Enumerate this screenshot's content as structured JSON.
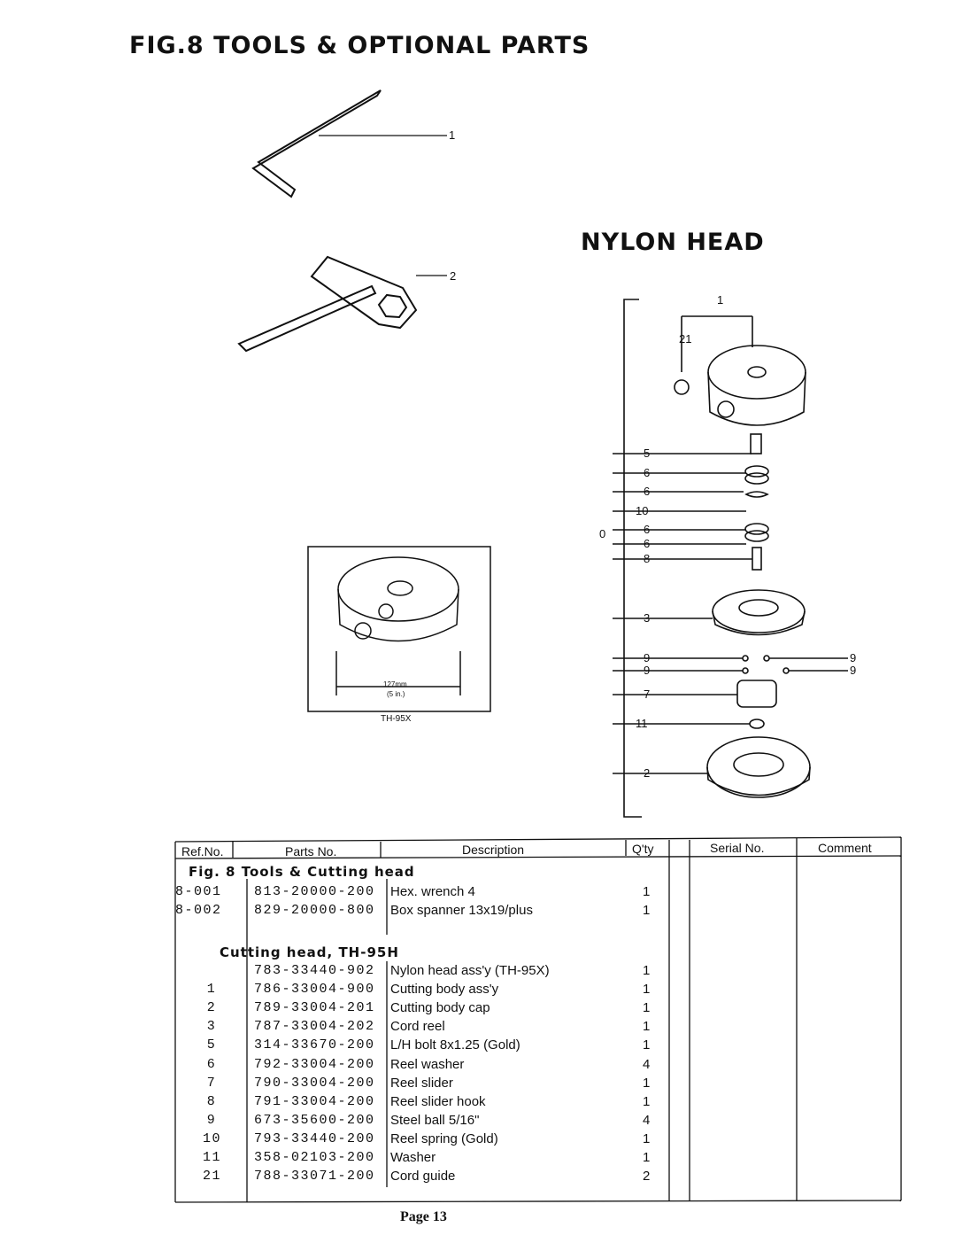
{
  "title": "FIG.8  TOOLS & OPTIONAL PARTS",
  "subtitle": "NYLON HEAD",
  "tools_callouts": [
    "1",
    "2"
  ],
  "inset": {
    "dimension_mm": "127mm",
    "dimension_in": "(5 in.)",
    "model": "TH-95X"
  },
  "nylon_callouts": {
    "c1": "1",
    "c21": "21",
    "c5": "5",
    "c6a": "6",
    "c6b": "6",
    "c10": "10",
    "c0": "0",
    "c6c": "6",
    "c6d": "6",
    "c8": "8",
    "c3": "3",
    "c9a": "9",
    "c9b": "9",
    "c9c": "9",
    "c9d": "9",
    "c7": "7",
    "c11": "11",
    "c2": "2"
  },
  "table": {
    "headers": {
      "ref": "Ref.No.",
      "parts": "Parts No.",
      "desc": "Description",
      "qty": "Q'ty",
      "serial": "Serial No.",
      "comment": "Comment"
    },
    "section1": "Fig. 8  Tools & Cutting head",
    "rows1": [
      {
        "ref": "8-001",
        "part": "813-20000-200",
        "desc": "Hex. wrench  4",
        "qty": "1"
      },
      {
        "ref": "8-002",
        "part": "829-20000-800",
        "desc": "Box spanner  13x19/plus",
        "qty": "1"
      }
    ],
    "section2": "Cutting head, TH-95H",
    "rows2": [
      {
        "ref": "",
        "part": "783-33440-902",
        "desc": "Nylon head ass'y  (TH-95X)",
        "qty": "1"
      },
      {
        "ref": "1",
        "part": "786-33004-900",
        "desc": "Cutting body ass'y",
        "qty": "1"
      },
      {
        "ref": "2",
        "part": "789-33004-201",
        "desc": "Cutting body cap",
        "qty": "1"
      },
      {
        "ref": "3",
        "part": "787-33004-202",
        "desc": "Cord reel",
        "qty": "1"
      },
      {
        "ref": "5",
        "part": "314-33670-200",
        "desc": "L/H bolt 8x1.25   (Gold)",
        "qty": "1"
      },
      {
        "ref": "6",
        "part": "792-33004-200",
        "desc": "Reel washer",
        "qty": "4"
      },
      {
        "ref": "7",
        "part": "790-33004-200",
        "desc": "Reel slider",
        "qty": "1"
      },
      {
        "ref": "8",
        "part": "791-33004-200",
        "desc": "Reel slider hook",
        "qty": "1"
      },
      {
        "ref": "9",
        "part": "673-35600-200",
        "desc": "Steel ball  5/16\"",
        "qty": "4"
      },
      {
        "ref": "10",
        "part": "793-33440-200",
        "desc": "Reel spring  (Gold)",
        "qty": "1"
      },
      {
        "ref": "11",
        "part": "358-02103-200",
        "desc": "Washer",
        "qty": "1"
      },
      {
        "ref": "21",
        "part": "788-33071-200",
        "desc": "Cord guide",
        "qty": "2"
      }
    ]
  },
  "page_label": "Page 13"
}
